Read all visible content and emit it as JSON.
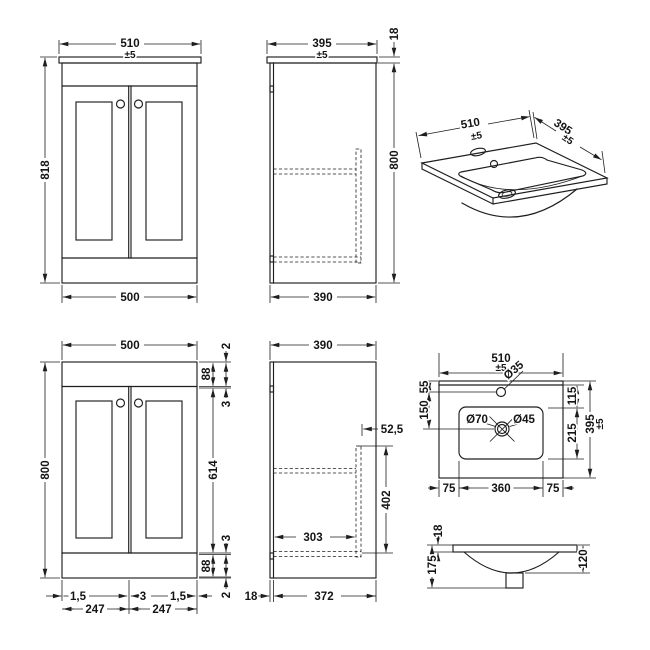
{
  "drawing": {
    "subject": "vanity-unit-and-basin-technical-drawing",
    "views": {
      "front_with_worktop": {
        "label": "front view with worktop",
        "width": "510",
        "width_tol": "±5",
        "height": "818",
        "base_width": "500"
      },
      "side_with_worktop": {
        "label": "side view with worktop",
        "depth": "395",
        "depth_tol": "±5",
        "worktop_thickness": "18",
        "height": "800",
        "base_depth": "390"
      },
      "basin_3d": {
        "label": "basin isometric view",
        "width": "510",
        "width_tol": "±5",
        "depth": "395",
        "depth_tol": "±5"
      },
      "front_detail": {
        "label": "front view detailed",
        "width": "500",
        "height": "800",
        "right_chain": [
          "2",
          "88",
          "3",
          "614",
          "3",
          "88",
          "2"
        ],
        "bottom_gaps": [
          "1,5",
          "3",
          "1,5"
        ],
        "bottom_halves": [
          "247",
          "247"
        ]
      },
      "side_detail": {
        "label": "side view detailed",
        "depth": "390",
        "back_rail_offset": "52,5",
        "back_rail_length": "402",
        "shelf_depth": "303",
        "door_thickness": "18",
        "carcass_depth": "372"
      },
      "basin_plan": {
        "label": "basin plan view",
        "width": "510",
        "width_tol": "±5",
        "tap_hole_dia": "Ø35",
        "overflow_dia": "Ø70",
        "waste_dia": "Ø45",
        "left_chain": [
          "55",
          "150"
        ],
        "right_chain": [
          "115",
          "215"
        ],
        "depth": "395",
        "depth_tol": "±5",
        "bottom_chain": [
          "75",
          "360",
          "75"
        ]
      },
      "basin_front": {
        "label": "basin front view",
        "rim_thickness": "18",
        "total_height": "175",
        "bowl_depth": "120"
      }
    }
  }
}
